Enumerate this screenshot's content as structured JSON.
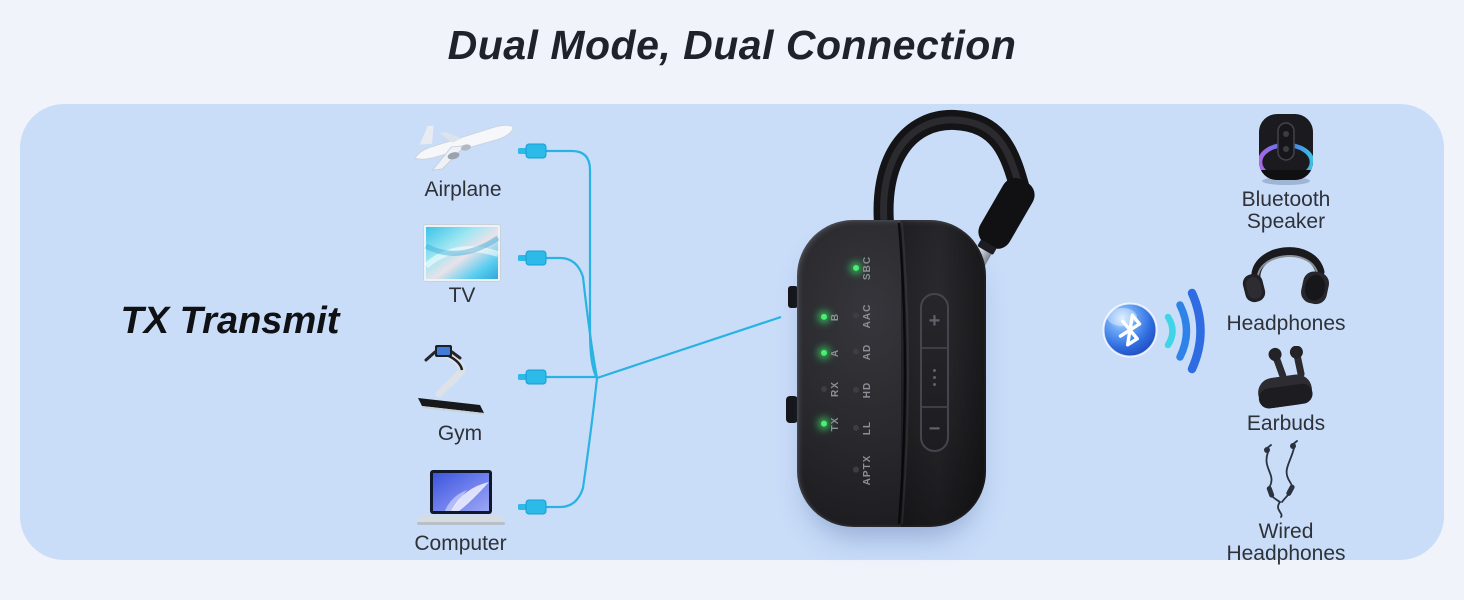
{
  "title": "Dual Mode, Dual Connection",
  "section": {
    "label": "TX Transmit"
  },
  "sources": [
    {
      "label": "Airplane"
    },
    {
      "label": "TV"
    },
    {
      "label": "Gym"
    },
    {
      "label": "Computer"
    }
  ],
  "sinks": [
    {
      "label": "Bluetooth Speaker"
    },
    {
      "label": "Headphones"
    },
    {
      "label": "Earbuds"
    },
    {
      "label": "Wired Headphones"
    }
  ],
  "device": {
    "codec_leds": [
      {
        "label": "SBC",
        "lit": true
      },
      {
        "label": "AAC",
        "lit": false
      },
      {
        "label": "AD",
        "lit": false
      },
      {
        "label": "HD",
        "lit": false
      },
      {
        "label": "LL",
        "lit": false
      },
      {
        "label": "APTX",
        "lit": false
      }
    ],
    "channel_leds": [
      {
        "label": "B",
        "lit": true
      },
      {
        "label": "A",
        "lit": true
      },
      {
        "label": "RX",
        "lit": false
      },
      {
        "label": "TX",
        "lit": true
      }
    ],
    "buttons": {
      "volume_up": "+",
      "volume_down": "−",
      "multifunction_icon": "three-dots-vertical"
    }
  },
  "icons": {
    "bluetooth": "bluetooth-rune",
    "signal": "signal-waves",
    "aux_plug": "3.5mm-jack-plug"
  },
  "colors": {
    "background": "#f1f3fb",
    "panel": "#c9ddf9",
    "line": "#29b2e2",
    "plug": "#2cbae9",
    "led_green": "#3fe86b",
    "bluetooth_blue": "#2f6ce2",
    "device_black": "#1c1c1f"
  }
}
